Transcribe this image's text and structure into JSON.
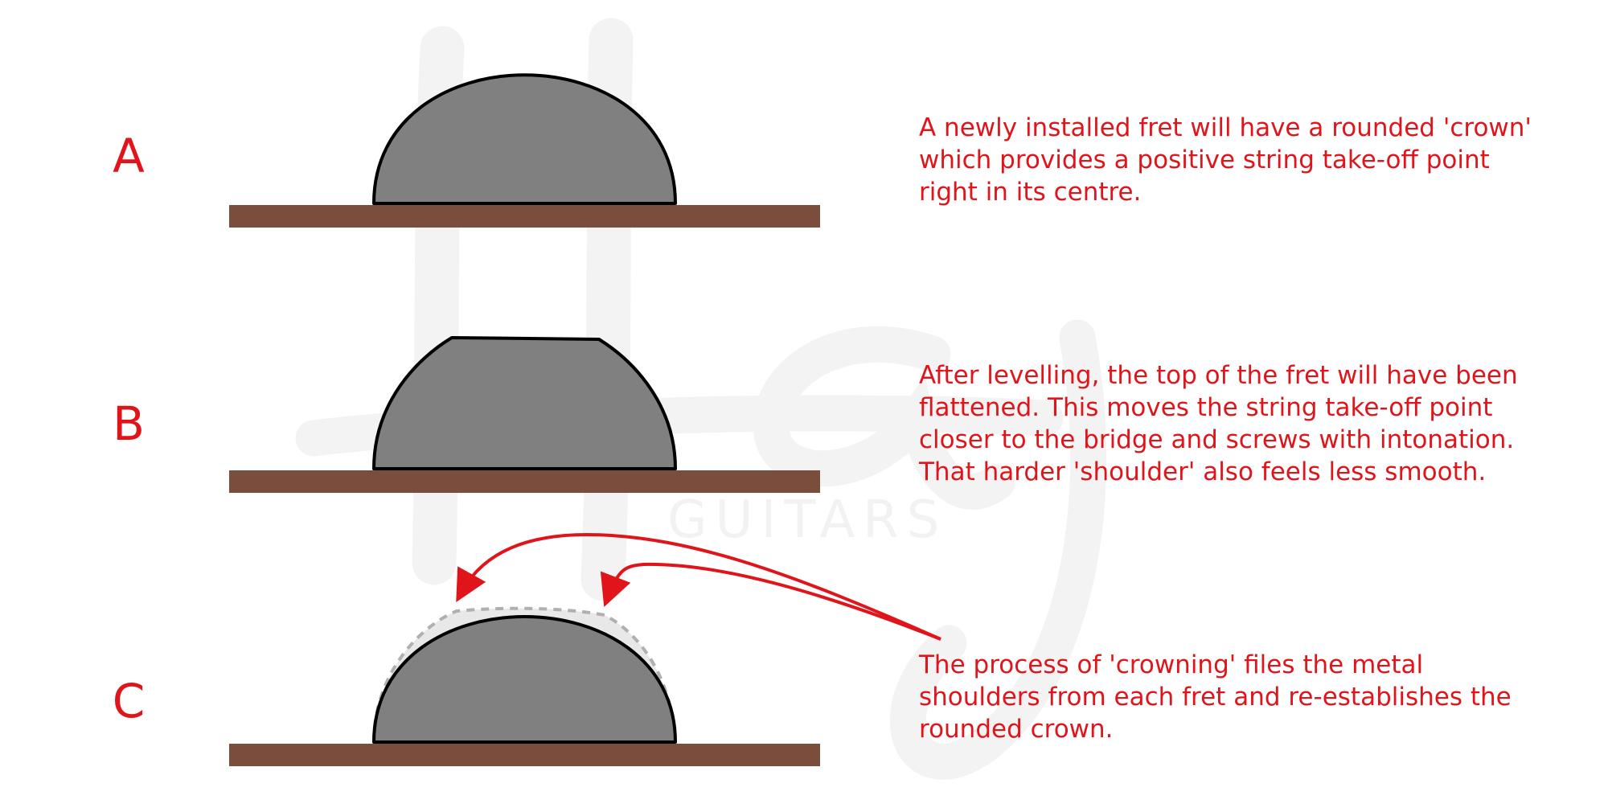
{
  "watermark": {
    "text": "GUITARS",
    "color": "#f2f2f2"
  },
  "colors": {
    "annotation": "#e0151b",
    "fret_fill": "#808080",
    "fretboard": "#7a4d3c",
    "ghost_outline": "#b0b0b0",
    "ghost_fill": "#e8e8e8"
  },
  "rows": [
    {
      "label": "A",
      "description_lines": [
        "A newly installed fret will have a rounded 'crown'",
        "which provides a positive string take-off point",
        "right in its centre."
      ]
    },
    {
      "label": "B",
      "description_lines": [
        "After levelling, the top of the fret will have been",
        "flattened. This moves the string take-off point",
        "closer to the bridge and screws with intonation.",
        "That harder 'shoulder' also feels less smooth."
      ]
    },
    {
      "label": "C",
      "description_lines": [
        "The process of 'crowning' files the metal",
        "shoulders from each fret and re-establishes the",
        "rounded crown."
      ]
    }
  ]
}
